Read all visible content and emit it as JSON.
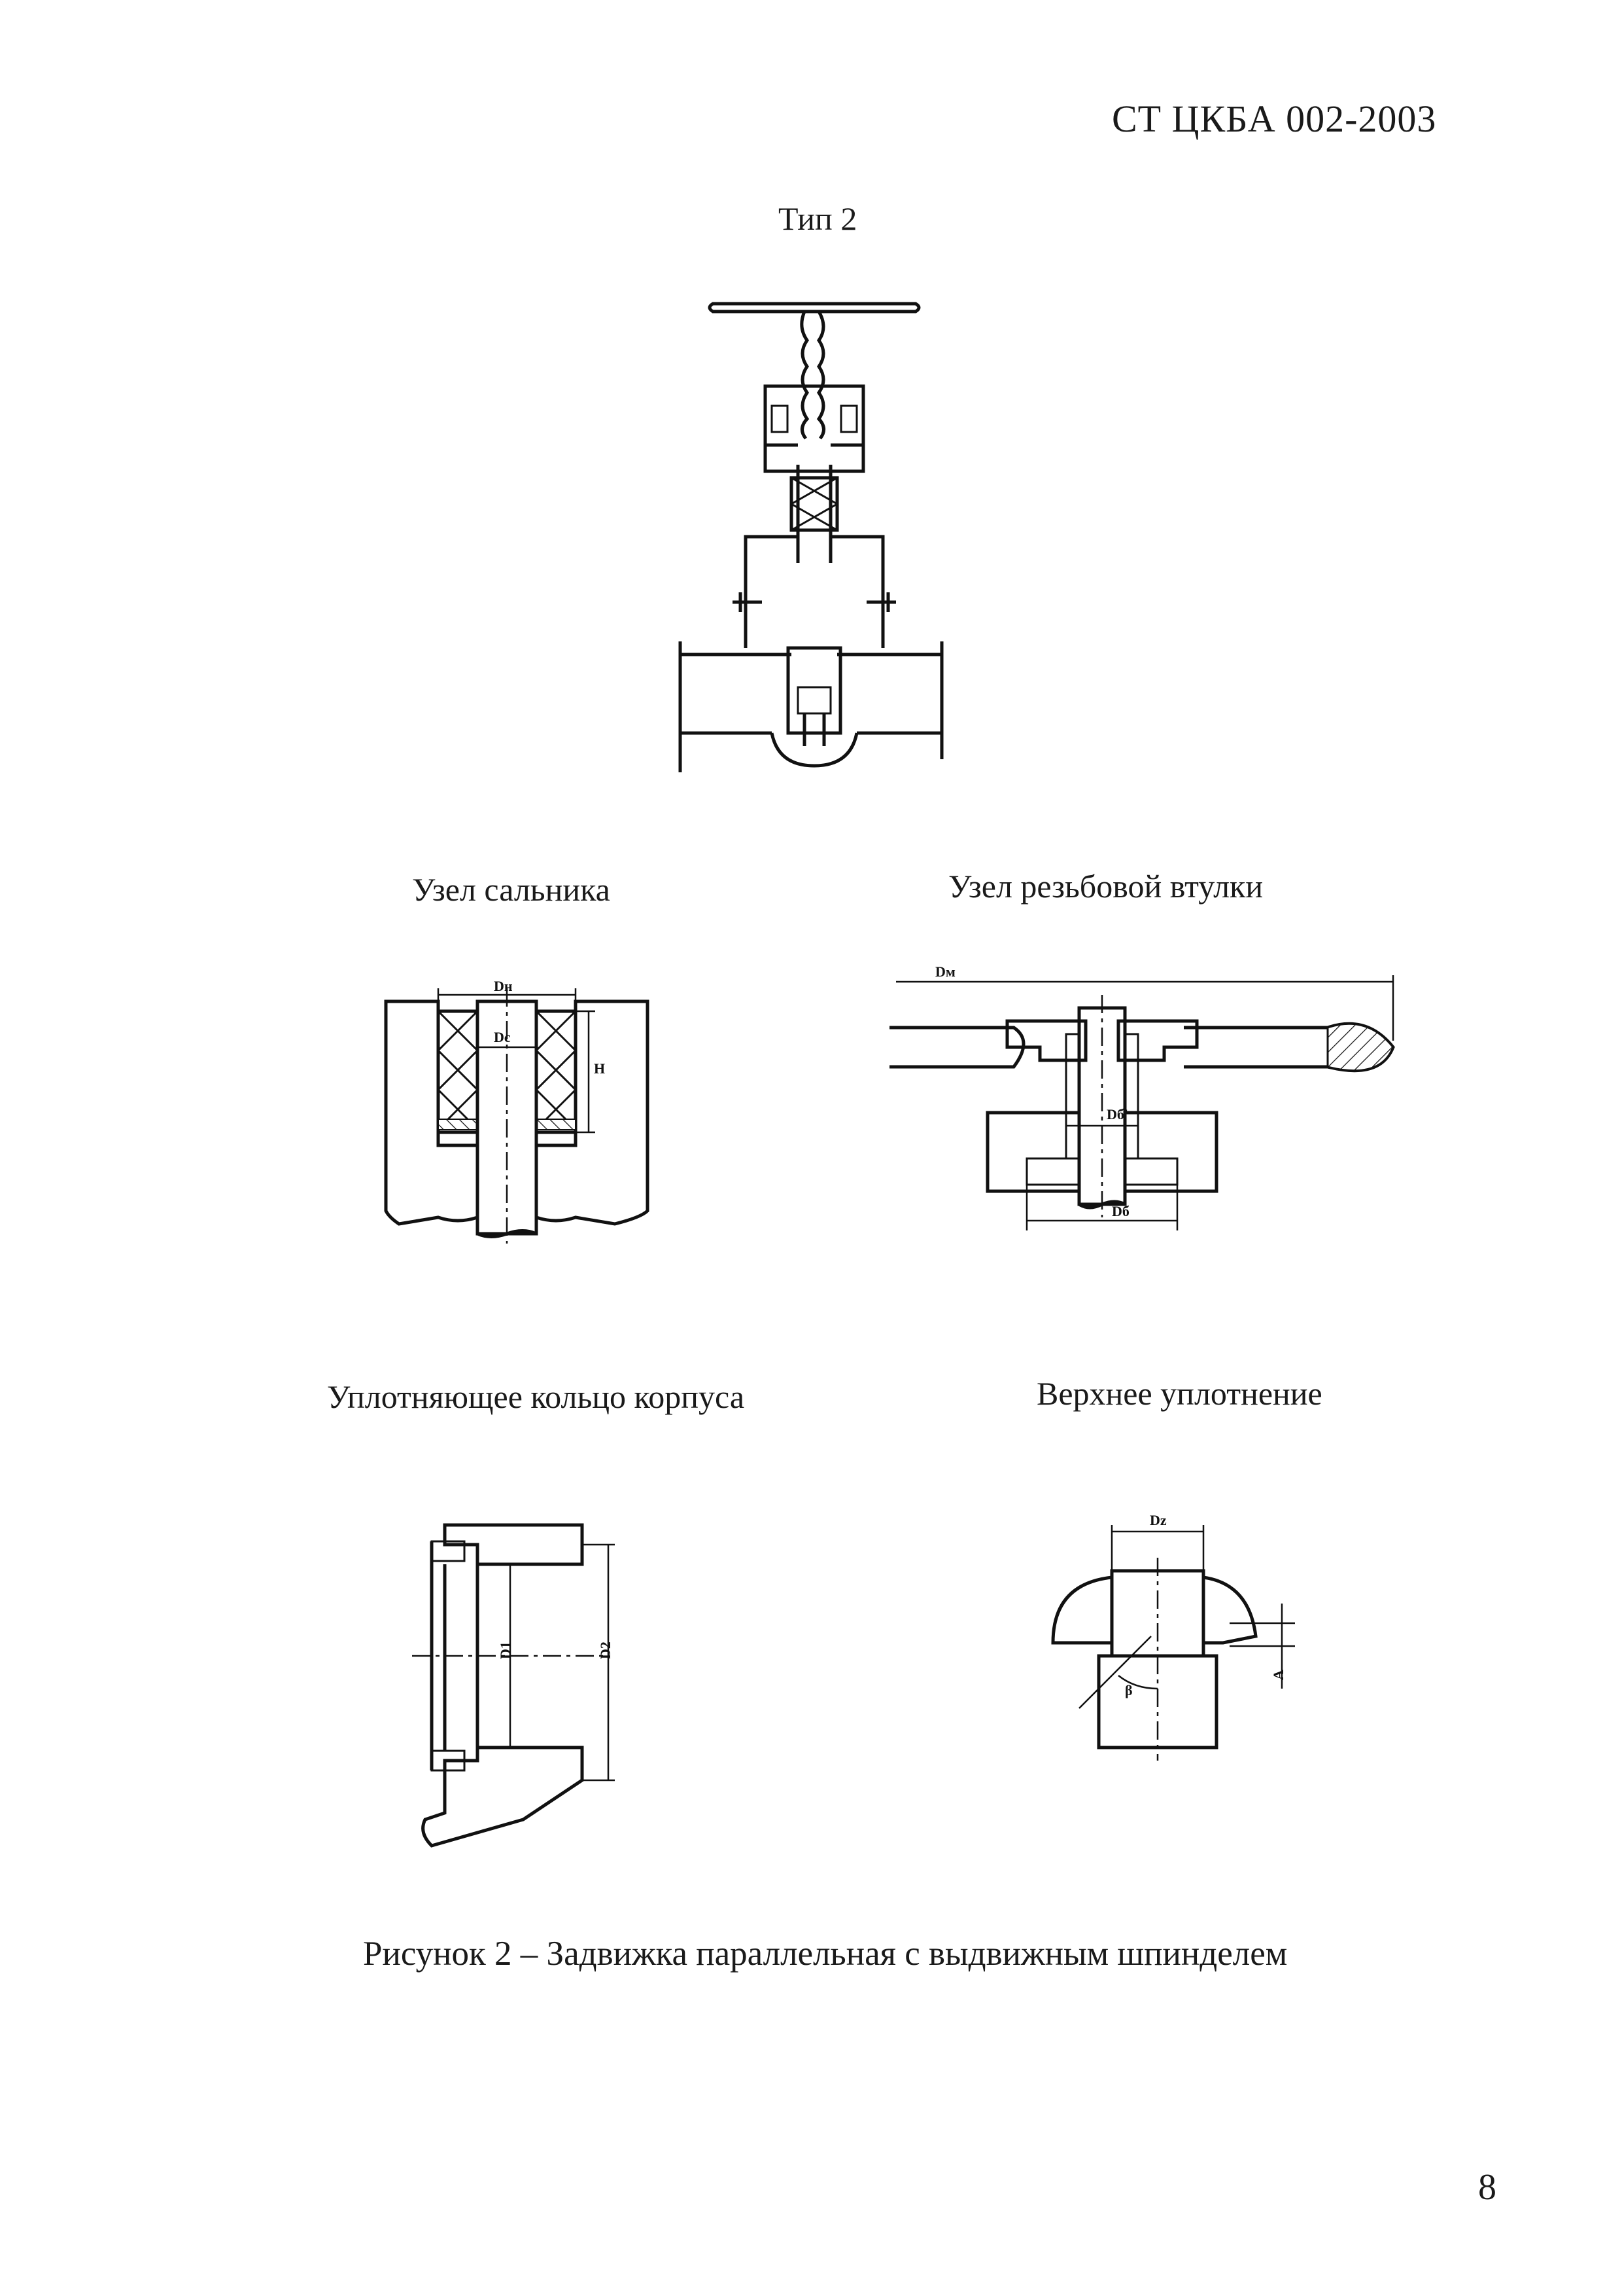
{
  "header": {
    "doc_code": "СТ ЦКБА 002-2003"
  },
  "type_label": "Тип 2",
  "captions": {
    "gland": "Узел сальника",
    "bushing": "Узел резьбовой втулки",
    "body_ring": "Уплотняющее кольцо корпуса",
    "top_seal": "Верхнее уплотнение"
  },
  "dimension_labels": {
    "dn": "Dн",
    "dc": "Dc",
    "h": "H",
    "dm": "Dм",
    "db_prime": "Dб'",
    "db": "Dб",
    "d1": "D1",
    "d2": "D2",
    "dz": "Dz",
    "beta": "β",
    "a": "A"
  },
  "figure_caption": "Рисунок 2 – Задвижка параллельная с выдвижным шпинделем",
  "page_number": "8"
}
